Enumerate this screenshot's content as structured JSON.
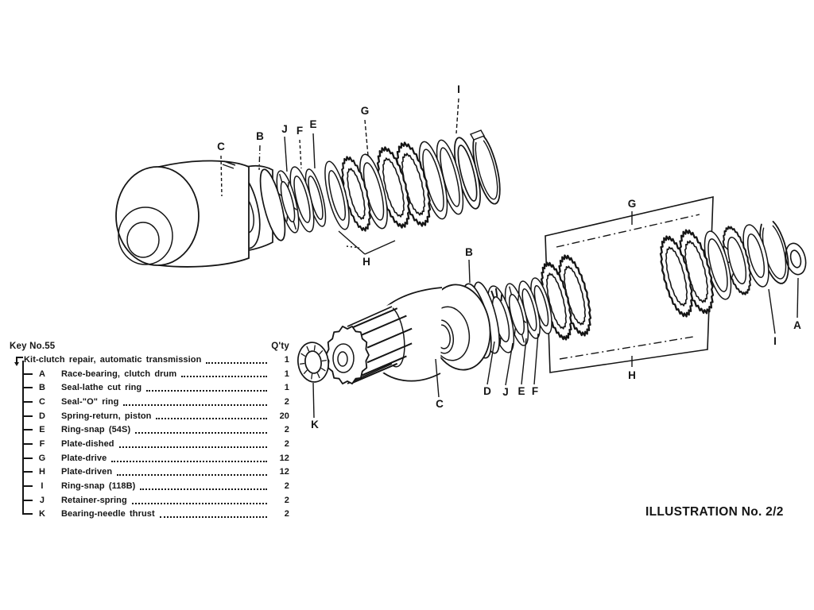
{
  "page": {
    "background": "#ffffff",
    "ink": "#151515"
  },
  "diagram": {
    "upper_callouts": [
      {
        "label": "C"
      },
      {
        "label": "B"
      },
      {
        "label": "J"
      },
      {
        "label": "F"
      },
      {
        "label": "E"
      },
      {
        "label": "G"
      },
      {
        "label": "I"
      },
      {
        "label": "H"
      }
    ],
    "lower_callouts": [
      {
        "label": "K"
      },
      {
        "label": "C"
      },
      {
        "label": "D"
      },
      {
        "label": "J"
      },
      {
        "label": "E"
      },
      {
        "label": "F"
      },
      {
        "label": "B"
      },
      {
        "label": "G"
      },
      {
        "label": "H"
      },
      {
        "label": "I"
      },
      {
        "label": "A"
      }
    ]
  },
  "key_table": {
    "title": "Key No.55",
    "qty_header": "Q'ty",
    "kit_row": {
      "name": "Kit-clutch repair, automatic transmission",
      "qty": "1"
    },
    "rows": [
      {
        "key": "A",
        "name": "Race-bearing, clutch drum",
        "qty": "1"
      },
      {
        "key": "B",
        "name": "Seal-lathe cut ring",
        "qty": "1"
      },
      {
        "key": "C",
        "name": "Seal-\"O\" ring",
        "qty": "2"
      },
      {
        "key": "D",
        "name": "Spring-return, piston",
        "qty": "20"
      },
      {
        "key": "E",
        "name": "Ring-snap (54S)",
        "qty": "2"
      },
      {
        "key": "F",
        "name": "Plate-dished",
        "qty": "2"
      },
      {
        "key": "G",
        "name": "Plate-drive",
        "qty": "12"
      },
      {
        "key": "H",
        "name": "Plate-driven",
        "qty": "12"
      },
      {
        "key": "I",
        "name": "Ring-snap (118B)",
        "qty": "2"
      },
      {
        "key": "J",
        "name": "Retainer-spring",
        "qty": "2"
      },
      {
        "key": "K",
        "name": "Bearing-needle thrust",
        "qty": "2"
      }
    ]
  },
  "footer": {
    "illustration_label": "ILLUSTRATION No. 2/2"
  }
}
